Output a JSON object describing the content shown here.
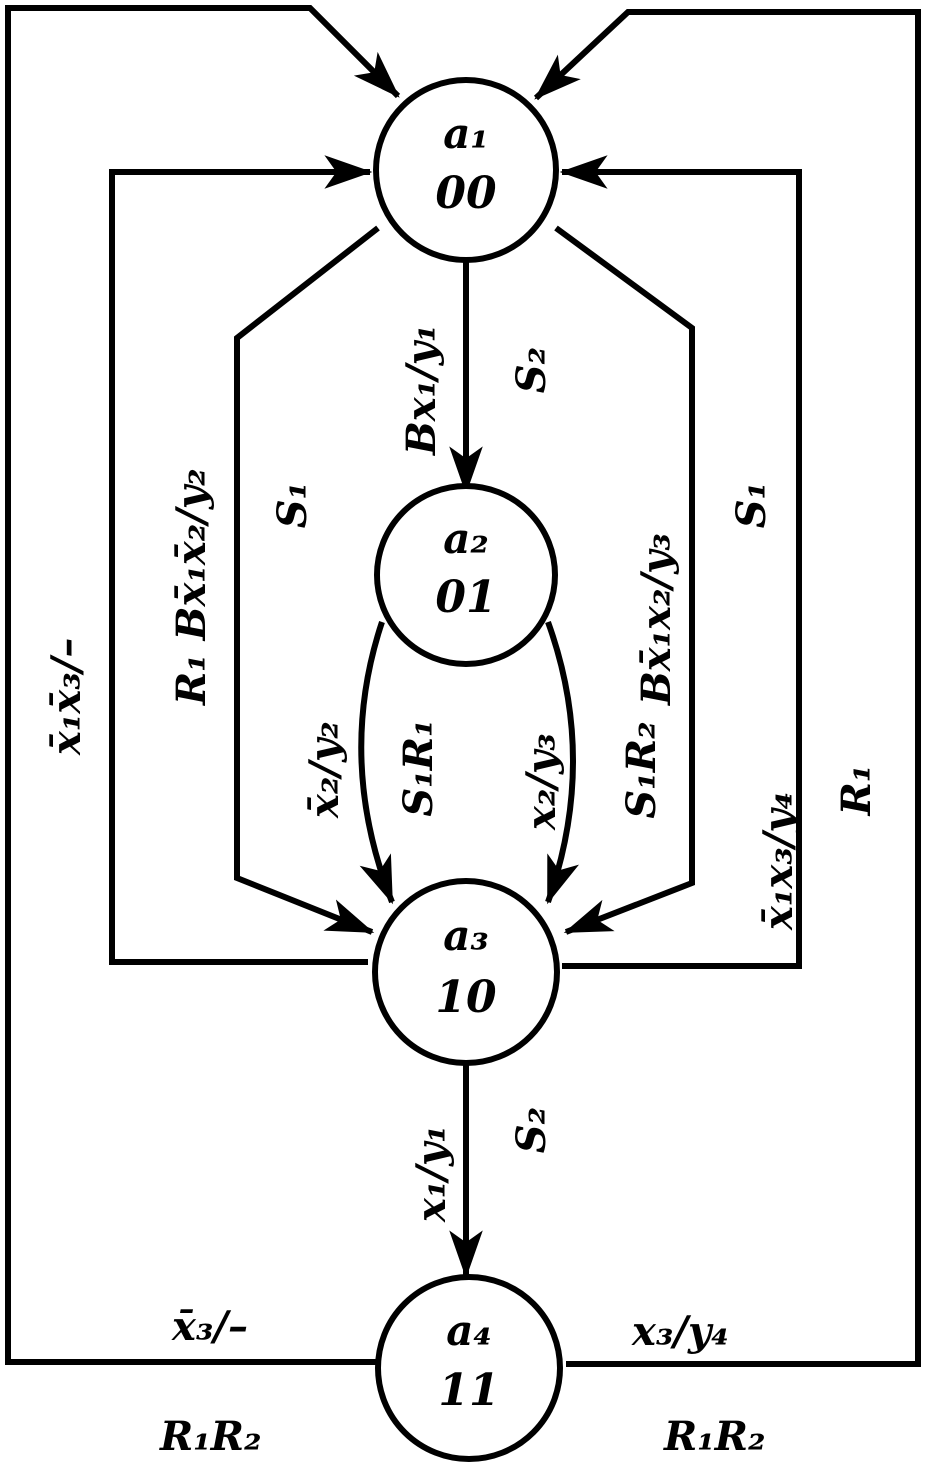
{
  "states": [
    {
      "id": "a1",
      "name": "a₁",
      "code": "00"
    },
    {
      "id": "a2",
      "name": "a₂",
      "code": "01"
    },
    {
      "id": "a3",
      "name": "a₃",
      "code": "10"
    },
    {
      "id": "a4",
      "name": "a₄",
      "code": "11"
    }
  ],
  "edges": {
    "a1_a2": {
      "cond": "Bx₁/y₁",
      "act": "S₂"
    },
    "a1_a3_left": {
      "cond": "R₁ Bx̄₁x̄₂/y₂",
      "act": "S₁"
    },
    "a1_a3_right": {
      "cond": "Bx̄₁x₂/y₃",
      "act": "S₁"
    },
    "a2_a3_left": {
      "cond": "x̄₂/y₂",
      "act": "S₁R₁"
    },
    "a2_a3_right": {
      "cond": "x₂/y₃",
      "act": "S₁R₂"
    },
    "a3_a1_left": {
      "cond": "x̄₁x̄₃/–"
    },
    "a3_a1_right": {
      "cond": "x̄₁x₃/y₄",
      "act": "R₁"
    },
    "a3_a4": {
      "cond": "x₁/y₁",
      "act": "S₂"
    },
    "a4_a1_left": {
      "cond": "x̄₃/–",
      "act": "R₁R₂"
    },
    "a4_a1_right": {
      "cond": "x₃/y₄",
      "act": "R₁R₂"
    }
  },
  "colors": {
    "ink": "#000000",
    "paper": "#ffffff"
  }
}
